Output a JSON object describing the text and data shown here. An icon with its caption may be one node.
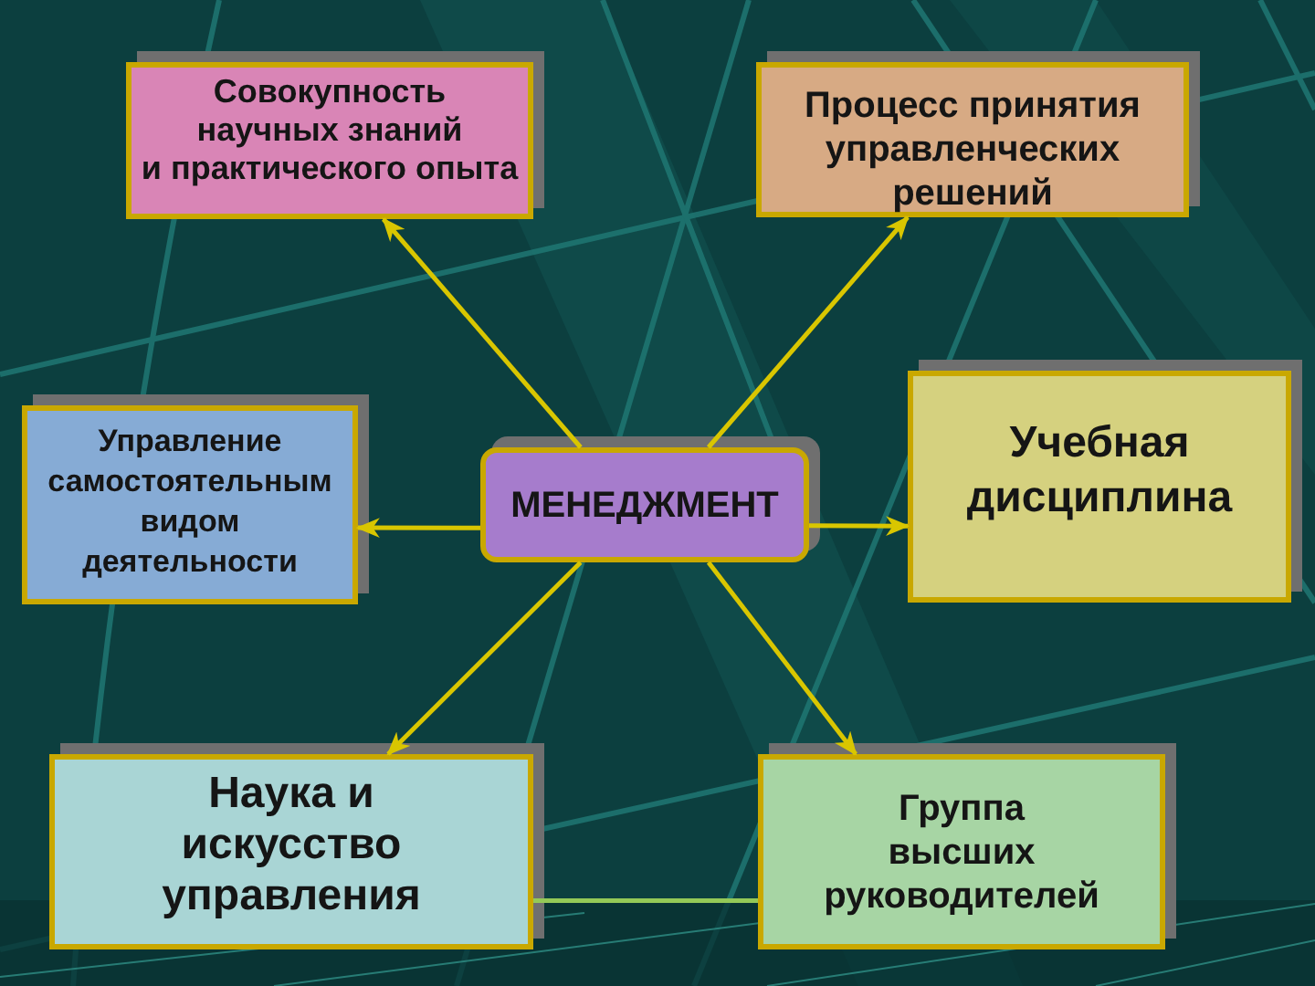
{
  "diagram": {
    "nodes": [
      {
        "text": [
          "МЕНЕДЖМЕНТ"
        ]
      },
      {
        "text": [
          "Совокупность научных знаний и практического опыта"
        ]
      },
      {
        "text": [
          "Процесс принятия управленческих решений"
        ]
      },
      {
        "text": [
          "Управление самостоятельным видом деятельности"
        ]
      },
      {
        "text": [
          "Учебная дисциплина"
        ]
      },
      {
        "text": [
          "Наука и искусство управления"
        ]
      },
      {
        "text": [
          "Группа высших руководителей"
        ]
      }
    ],
    "edges": [
      {
        "from": 0,
        "to": 1,
        "arrow": "to"
      },
      {
        "from": 0,
        "to": 2,
        "arrow": "to"
      },
      {
        "from": 0,
        "to": 3,
        "arrow": "to"
      },
      {
        "from": 0,
        "to": 4,
        "arrow": "to"
      },
      {
        "from": 0,
        "to": 5,
        "arrow": "to"
      },
      {
        "from": 0,
        "to": 6,
        "arrow": "to"
      },
      {
        "from": 5,
        "to": 6,
        "arrow": "none",
        "color": "#94c957"
      }
    ]
  }
}
